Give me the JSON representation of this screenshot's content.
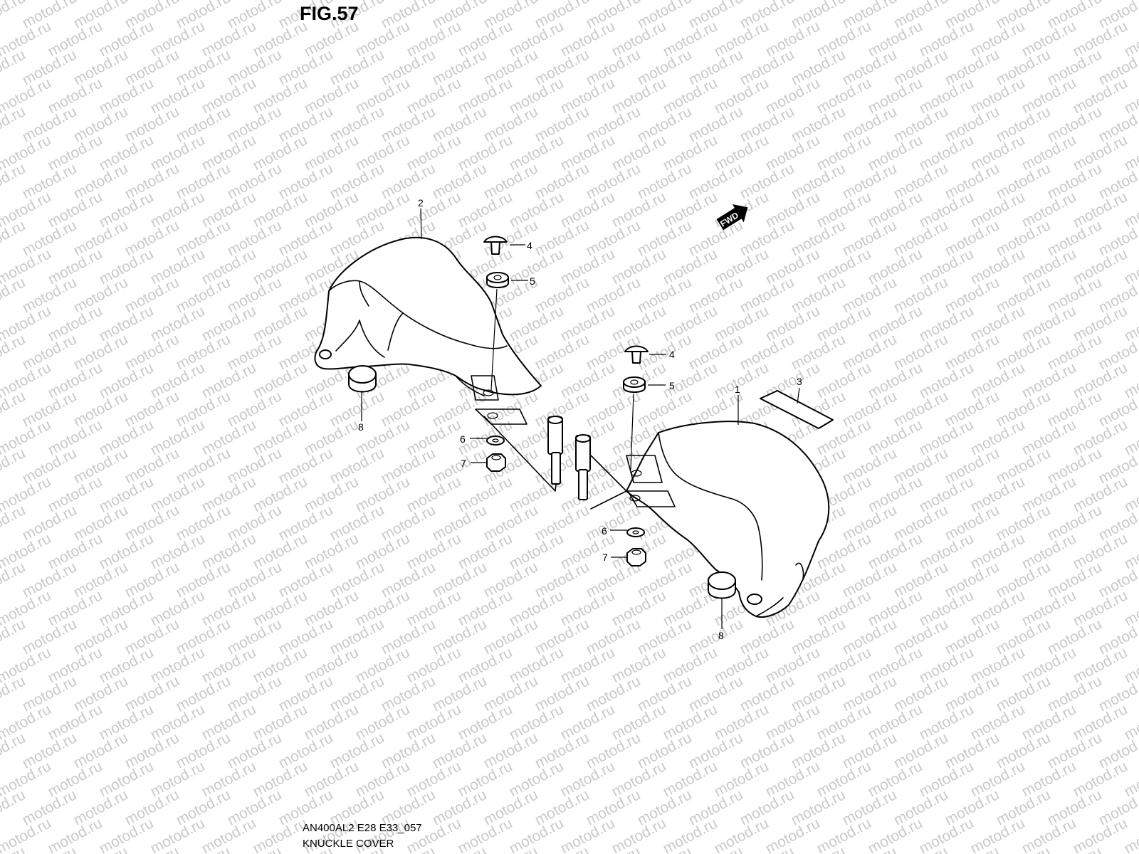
{
  "figure_label": "FIG.57",
  "diagram_code": "AN400AL2 E28 E33_057",
  "diagram_name": "KNUCKLE COVER",
  "watermark_text": "motod.ru",
  "fwd_label": "FWD",
  "callouts": {
    "c1": "1",
    "c2": "2",
    "c3": "3",
    "c4a": "4",
    "c4b": "4",
    "c5a": "5",
    "c5b": "5",
    "c6a": "6",
    "c6b": "6",
    "c7a": "7",
    "c7b": "7",
    "c8a": "8",
    "c8b": "8"
  }
}
